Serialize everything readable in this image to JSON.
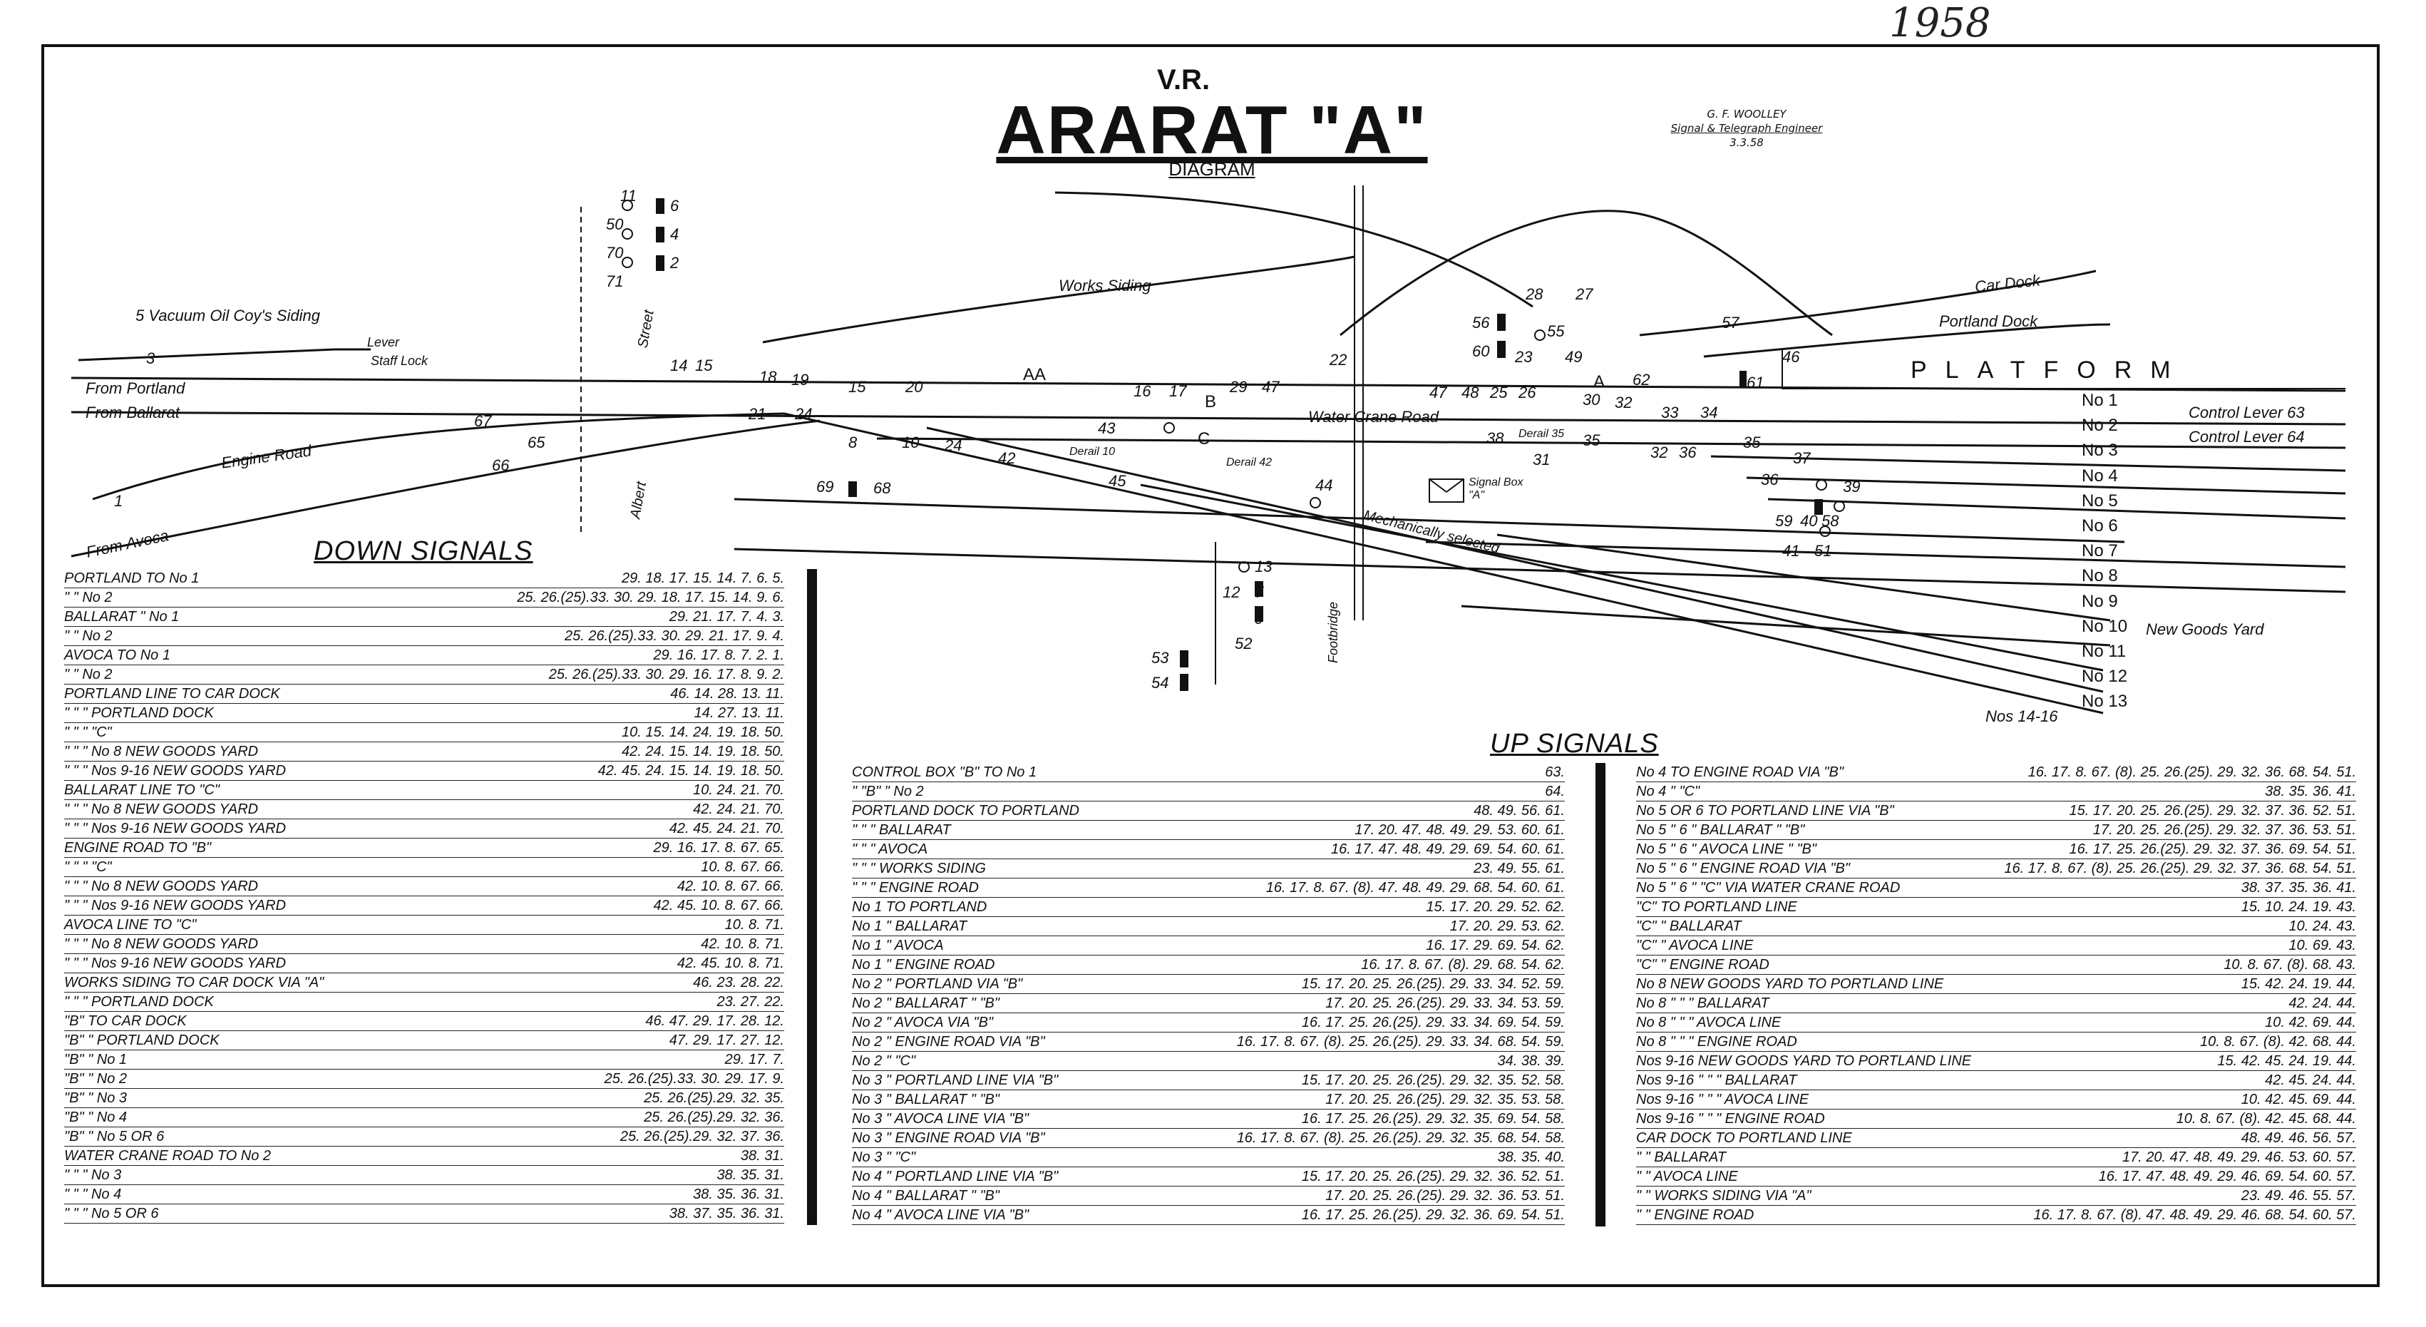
{
  "handwritten_note": "1958",
  "header": {
    "railway": "V.R.",
    "title": "ARARAT \"A\"",
    "subtitle": "DIAGRAM",
    "engineer_name": "G. F. WOOLLEY",
    "engineer_title": "Signal & Telegraph Engineer",
    "engineer_date": "3.3.58"
  },
  "track_labels": {
    "vacuum_oil": "5 Vacuum Oil Coy's Siding",
    "lever": "Lever",
    "staff_lock": "Staff Lock",
    "from_portland": "From Portland",
    "from_ballarat": "From Ballarat",
    "engine_road": "Engine Road",
    "from_avoca": "From Avoca",
    "street": "Street",
    "albert": "Albert",
    "works_siding": "Works Siding",
    "water_crane_road": "Water Crane Road",
    "car_dock": "Car Dock",
    "portland_dock": "Portland Dock",
    "platform": "PLATFORM",
    "control_lever_63": "Control Lever 63",
    "control_lever_64": "Control Lever 64",
    "new_goods_yard": "New Goods Yard",
    "mechanically_selected": "Mechanically selected",
    "signal_box": "Signal Box \"A\"",
    "footbridge": "Footbridge",
    "derail_1": "Derail 10",
    "derail_2": "Derail 42",
    "derail_3": "Derail 35",
    "point_aa": "AA",
    "point_a": "A",
    "point_b": "B",
    "point_c": "C",
    "roads_14_16": "Nos 14-16"
  },
  "road_numbers": [
    "No 1",
    "No 2",
    "No 3",
    "No 4",
    "No 5",
    "No 6",
    "No 7",
    "No 8",
    "No 9",
    "No 10",
    "No 11",
    "No 12",
    "No 13"
  ],
  "lever_numbers": [
    "3",
    "11",
    "6",
    "50",
    "4",
    "70",
    "2",
    "71",
    "14",
    "15",
    "18",
    "19",
    "15",
    "20",
    "21",
    "24",
    "16",
    "17",
    "29",
    "47",
    "28",
    "27",
    "56",
    "55",
    "60",
    "23",
    "49",
    "57",
    "46",
    "47",
    "48",
    "25",
    "26",
    "30",
    "32",
    "62",
    "33",
    "34",
    "61",
    "67",
    "65",
    "66",
    "8",
    "10",
    "24",
    "42",
    "43",
    "69",
    "68",
    "45",
    "44",
    "38",
    "31",
    "35",
    "32",
    "36",
    "35",
    "37",
    "36",
    "39",
    "59",
    "40",
    "58",
    "41",
    "51",
    "13",
    "12",
    "7",
    "9",
    "52",
    "53",
    "54",
    "22",
    "1"
  ],
  "down_signals": {
    "caption": "DOWN SIGNALS",
    "rows": [
      {
        "route": "PORTLAND TO No 1",
        "levers": "29. 18. 17. 15. 14. 7. 6. 5."
      },
      {
        "route": "\"  \" No 2",
        "levers": "25. 26.(25).33. 30. 29. 18. 17. 15. 14. 9. 6."
      },
      {
        "route": "BALLARAT \" No 1",
        "levers": "29. 21. 17. 7. 4. 3."
      },
      {
        "route": "\"  \" No 2",
        "levers": "25. 26.(25).33. 30. 29. 21. 17. 9. 4."
      },
      {
        "route": "AVOCA TO No 1",
        "levers": "29. 16. 17. 8. 7. 2. 1."
      },
      {
        "route": "\"  \" No 2",
        "levers": "25. 26.(25).33. 30. 29. 16. 17. 8. 9. 2."
      },
      {
        "route": "PORTLAND LINE TO CAR DOCK",
        "levers": "46. 14. 28. 13. 11."
      },
      {
        "route": "\"  \"  \" PORTLAND DOCK",
        "levers": "14. 27. 13. 11."
      },
      {
        "route": "\"  \"  \" \"C\"",
        "levers": "10. 15. 14. 24. 19. 18. 50."
      },
      {
        "route": "\"  \"  \" No 8 NEW GOODS YARD",
        "levers": "42. 24. 15. 14. 19. 18. 50."
      },
      {
        "route": "\"  \"  \" Nos 9-16 NEW GOODS YARD",
        "levers": "42. 45. 24. 15. 14. 19. 18. 50."
      },
      {
        "route": "BALLARAT LINE TO \"C\"",
        "levers": "10. 24. 21. 70."
      },
      {
        "route": "\"  \"  \" No 8 NEW GOODS YARD",
        "levers": "42. 24. 21. 70."
      },
      {
        "route": "\"  \"  \" Nos 9-16 NEW GOODS YARD",
        "levers": "42. 45. 24. 21. 70."
      },
      {
        "route": "ENGINE ROAD TO \"B\"",
        "levers": "29. 16. 17. 8. 67. 65."
      },
      {
        "route": "\"  \"  \" \"C\"",
        "levers": "10. 8. 67. 66."
      },
      {
        "route": "\"  \"  \" No 8 NEW GOODS YARD",
        "levers": "42. 10. 8. 67. 66."
      },
      {
        "route": "\"  \"  \" Nos 9-16 NEW GOODS YARD",
        "levers": "42. 45. 10. 8. 67. 66."
      },
      {
        "route": "AVOCA LINE TO \"C\"",
        "levers": "10. 8. 71."
      },
      {
        "route": "\"  \"  \" No 8 NEW GOODS YARD",
        "levers": "42. 10. 8. 71."
      },
      {
        "route": "\"  \"  \" Nos 9-16 NEW GOODS YARD",
        "levers": "42. 45. 10. 8. 71."
      },
      {
        "route": "WORKS SIDING TO CAR DOCK VIA \"A\"",
        "levers": "46. 23. 28. 22."
      },
      {
        "route": "\"  \"  \" PORTLAND DOCK",
        "levers": "23. 27. 22."
      },
      {
        "route": "\"B\" TO CAR DOCK",
        "levers": "46. 47. 29. 17. 28. 12."
      },
      {
        "route": "\"B\" \" PORTLAND DOCK",
        "levers": "47. 29. 17. 27. 12."
      },
      {
        "route": "\"B\" \" No 1",
        "levers": "29. 17. 7."
      },
      {
        "route": "\"B\" \" No 2",
        "levers": "25. 26.(25).33. 30. 29. 17. 9."
      },
      {
        "route": "\"B\" \" No 3",
        "levers": "25. 26.(25).29. 32. 35."
      },
      {
        "route": "\"B\" \" No 4",
        "levers": "25. 26.(25).29. 32. 36."
      },
      {
        "route": "\"B\" \" No 5 OR 6",
        "levers": "25. 26.(25).29. 32. 37. 36."
      },
      {
        "route": "WATER CRANE ROAD TO No 2",
        "levers": "38. 31."
      },
      {
        "route": "\"  \"  \" No 3",
        "levers": "38. 35. 31."
      },
      {
        "route": "\"  \"  \" No 4",
        "levers": "38. 35. 36. 31."
      },
      {
        "route": "\"  \"  \" No 5 OR 6",
        "levers": "38. 37. 35. 36. 31."
      }
    ]
  },
  "up_signals": {
    "caption": "UP SIGNALS",
    "col1": [
      {
        "route": "CONTROL BOX \"B\" TO No 1",
        "levers": "63."
      },
      {
        "route": "\"  \"B\" \" No 2",
        "levers": "64."
      },
      {
        "route": "PORTLAND DOCK TO PORTLAND",
        "levers": "48. 49. 56. 61."
      },
      {
        "route": "\"  \"  \" BALLARAT",
        "levers": "17. 20. 47. 48. 49. 29. 53. 60. 61."
      },
      {
        "route": "\"  \"  \" AVOCA",
        "levers": "16. 17. 47. 48. 49. 29. 69. 54. 60. 61."
      },
      {
        "route": "\"  \"  \" WORKS SIDING",
        "levers": "23. 49. 55. 61."
      },
      {
        "route": "\"  \"  \" ENGINE ROAD",
        "levers": "16. 17. 8. 67. (8). 47. 48. 49. 29. 68. 54. 60. 61."
      },
      {
        "route": "No 1 TO PORTLAND",
        "levers": "15. 17. 20. 29. 52. 62."
      },
      {
        "route": "No 1 \" BALLARAT",
        "levers": "17. 20. 29. 53. 62."
      },
      {
        "route": "No 1 \" AVOCA",
        "levers": "16. 17. 29. 69. 54. 62."
      },
      {
        "route": "No 1 \" ENGINE ROAD",
        "levers": "16. 17. 8. 67. (8). 29. 68. 54. 62."
      },
      {
        "route": "No 2 \" PORTLAND VIA \"B\"",
        "levers": "15. 17. 20. 25. 26.(25). 29. 33. 34. 52. 59."
      },
      {
        "route": "No 2 \" BALLARAT \" \"B\"",
        "levers": "17. 20. 25. 26.(25). 29. 33. 34. 53. 59."
      },
      {
        "route": "No 2 \" AVOCA VIA \"B\"",
        "levers": "16. 17. 25. 26.(25). 29. 33. 34. 69. 54. 59."
      },
      {
        "route": "No 2 \" ENGINE ROAD VIA \"B\"",
        "levers": "16. 17. 8. 67. (8). 25. 26.(25). 29. 33. 34. 68. 54. 59."
      },
      {
        "route": "No 2 \" \"C\"",
        "levers": "34. 38. 39."
      },
      {
        "route": "No 3 \" PORTLAND LINE VIA \"B\"",
        "levers": "15. 17. 20. 25. 26.(25). 29. 32. 35. 52. 58."
      },
      {
        "route": "No 3 \" BALLARAT \" \"B\"",
        "levers": "17. 20. 25. 26.(25). 29. 32. 35. 53. 58."
      },
      {
        "route": "No 3 \" AVOCA LINE VIA \"B\"",
        "levers": "16. 17. 25. 26.(25). 29. 32. 35. 69. 54. 58."
      },
      {
        "route": "No 3 \" ENGINE ROAD VIA \"B\"",
        "levers": "16. 17. 8. 67. (8). 25. 26.(25). 29. 32. 35. 68. 54. 58."
      },
      {
        "route": "No 3 \" \"C\"",
        "levers": "38. 35. 40."
      },
      {
        "route": "No 4 \" PORTLAND LINE VIA \"B\"",
        "levers": "15. 17. 20. 25. 26.(25). 29. 32. 36. 52. 51."
      },
      {
        "route": "No 4 \" BALLARAT \" \"B\"",
        "levers": "17. 20. 25. 26.(25). 29. 32. 36. 53. 51."
      },
      {
        "route": "No 4 \" AVOCA LINE VIA \"B\"",
        "levers": "16. 17. 25. 26.(25). 29. 32. 36. 69. 54. 51."
      }
    ],
    "col2": [
      {
        "route": "No 4 TO ENGINE ROAD VIA \"B\"",
        "levers": "16. 17. 8. 67. (8). 25. 26.(25). 29. 32. 36. 68. 54. 51."
      },
      {
        "route": "No 4 \" \"C\"",
        "levers": "38. 35. 36. 41."
      },
      {
        "route": "No 5 OR 6 TO PORTLAND LINE VIA \"B\"",
        "levers": "15. 17. 20. 25. 26.(25). 29. 32. 37. 36. 52. 51."
      },
      {
        "route": "No 5 \" 6 \" BALLARAT \" \"B\"",
        "levers": "17. 20. 25. 26.(25). 29. 32. 37. 36. 53. 51."
      },
      {
        "route": "No 5 \" 6 \" AVOCA LINE \" \"B\"",
        "levers": "16. 17. 25. 26.(25). 29. 32. 37. 36. 69. 54. 51."
      },
      {
        "route": "No 5 \" 6 \" ENGINE ROAD VIA \"B\"",
        "levers": "16. 17. 8. 67. (8). 25. 26.(25). 29. 32. 37. 36. 68. 54. 51."
      },
      {
        "route": "No 5 \" 6 \" \"C\" VIA WATER CRANE ROAD",
        "levers": "38. 37. 35. 36. 41."
      },
      {
        "route": "\"C\" TO PORTLAND LINE",
        "levers": "15. 10. 24. 19. 43."
      },
      {
        "route": "\"C\" \" BALLARAT",
        "levers": "10. 24. 43."
      },
      {
        "route": "\"C\" \" AVOCA LINE",
        "levers": "10. 69. 43."
      },
      {
        "route": "\"C\" \" ENGINE ROAD",
        "levers": "10. 8. 67. (8). 68. 43."
      },
      {
        "route": "No 8 NEW GOODS YARD TO PORTLAND LINE",
        "levers": "15. 42. 24. 19. 44."
      },
      {
        "route": "No 8 \"  \"  \" BALLARAT",
        "levers": "42. 24. 44."
      },
      {
        "route": "No 8 \"  \"  \" AVOCA LINE",
        "levers": "10. 42. 69. 44."
      },
      {
        "route": "No 8 \"  \"  \" ENGINE ROAD",
        "levers": "10. 8. 67. (8). 42. 68. 44."
      },
      {
        "route": "Nos 9-16 NEW GOODS YARD TO PORTLAND LINE",
        "levers": "15. 42. 45. 24. 19. 44."
      },
      {
        "route": "Nos 9-16 \"  \"  \" BALLARAT",
        "levers": "42. 45. 24. 44."
      },
      {
        "route": "Nos 9-16 \"  \"  \" AVOCA LINE",
        "levers": "10. 42. 45. 69. 44."
      },
      {
        "route": "Nos 9-16 \"  \"  \" ENGINE ROAD",
        "levers": "10. 8. 67. (8). 42. 45. 68. 44."
      },
      {
        "route": "CAR DOCK TO PORTLAND LINE",
        "levers": "48. 49. 46. 56. 57."
      },
      {
        "route": "\"  \" BALLARAT",
        "levers": "17. 20. 47. 48. 49. 29. 46. 53. 60. 57."
      },
      {
        "route": "\"  \" AVOCA LINE",
        "levers": "16. 17. 47. 48. 49. 29. 46. 69. 54. 60. 57."
      },
      {
        "route": "\"  \" WORKS SIDING VIA \"A\"",
        "levers": "23. 49. 46. 55. 57."
      },
      {
        "route": "\"  \" ENGINE ROAD",
        "levers": "16. 17. 8. 67. (8). 47. 48. 49. 29. 46. 68. 54. 60. 57."
      }
    ]
  }
}
